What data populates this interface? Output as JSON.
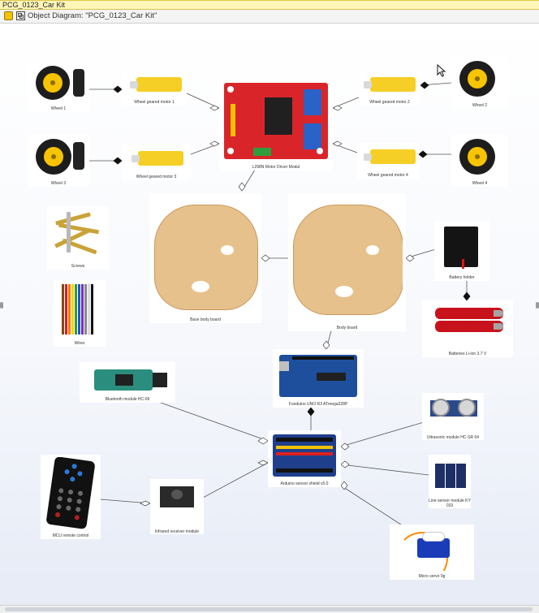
{
  "window": {
    "title": "PCG_0123_Car Kit",
    "diagram_label": "Object Diagram: \"PCG_0123_Car Kit\""
  },
  "icons": {
    "lock": "lock-icon",
    "diagram": "object-diagram-icon",
    "cursor": "mouse-pointer-icon"
  },
  "colors": {
    "title_bar": "#fff6b8",
    "canvas_top": "#ffffff",
    "canvas_bottom": "#e6ebf6",
    "link_line": "#555555"
  },
  "nodes": {
    "wheel1": "Wheel 1",
    "motor1": "Wheel geared motor 1",
    "driver": "L298N Motor Driver Modul",
    "motor2": "Wheel geared motor 2",
    "wheel2": "Wheel 2",
    "wheel3": "Wheel 3",
    "motor3": "Wheel geared motor 3",
    "motor4": "Wheel geared motor 4",
    "wheel4": "Wheel 4",
    "screws": "Screws",
    "base_board": "Base body board",
    "body_board": "Body board",
    "battery_holder": "Battery holder",
    "wires": "Wires",
    "batteries": "Batteries Li-ion 3.7 V",
    "bluetooth": "Bluetooth module HC-06",
    "uno": "Funduino UNO R3 ATmega328P",
    "ultrasonic": "Ultrasonic module HC-SR 04",
    "sensor_shield": "Arduino sensor shield v5.0",
    "line_sensor": "Line sensor module KY 033",
    "remote": "MCU remote control",
    "ir_receiver": "Infrared receiver module",
    "servo": "Micro servo 9g"
  }
}
